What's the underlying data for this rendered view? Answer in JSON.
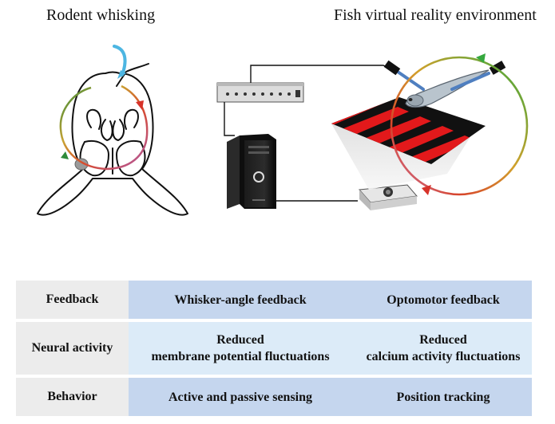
{
  "titles": {
    "left": "Rodent whisking",
    "right": "Fish virtual reality environment"
  },
  "colors": {
    "feedback_row": "#c5d6ee",
    "neural_row": "#dcebf8",
    "behavior_row": "#c5d6ee",
    "row_header": "#ececec",
    "stripe_red": "#e2191b",
    "stripe_black": "#111111",
    "arrow_blue": "#4db6e2"
  },
  "table": {
    "rows": [
      {
        "header": "Feedback",
        "left": [
          "Whisker-angle feedback"
        ],
        "right": [
          "Optomotor feedback"
        ]
      },
      {
        "header": "Neural activity",
        "left": [
          "Reduced",
          "membrane potential fluctuations"
        ],
        "right": [
          "Reduced",
          "calcium activity fluctuations"
        ]
      },
      {
        "header": "Behavior",
        "left": [
          "Active and passive sensing"
        ],
        "right": [
          "Position tracking"
        ]
      }
    ]
  }
}
